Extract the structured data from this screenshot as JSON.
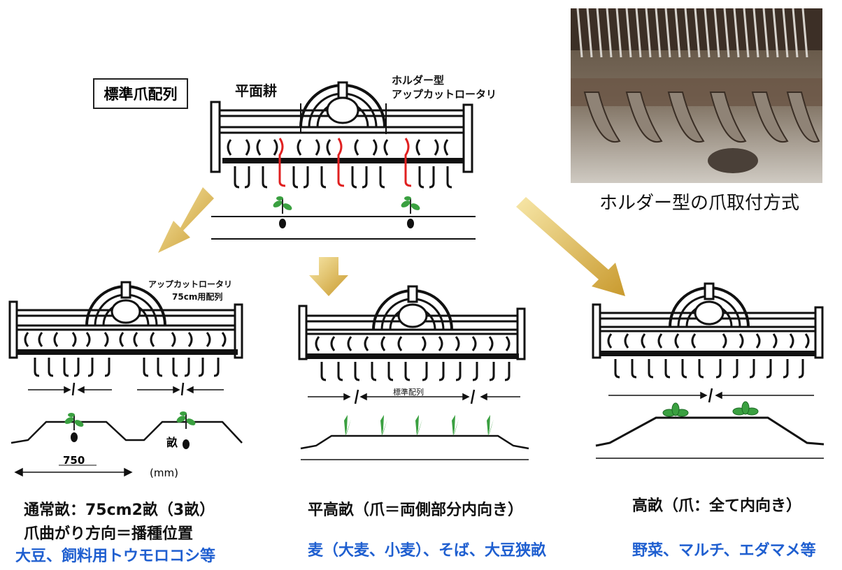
{
  "standard_label": "標準爪配列",
  "top_diagram": {
    "flat_tillage": "平面耕",
    "holder_line1": "ホルダー型",
    "holder_line2": "アップカットロータリ"
  },
  "photo_caption": "ホルダー型の爪取付方式",
  "left_diagram": {
    "label_line1": "アップカットロータリ",
    "label_line2": "75cm用配列",
    "ridge_label": "畝",
    "dimension": "750",
    "unit": "(mm)"
  },
  "middle_diagram": {
    "spacing_label": "標準配列"
  },
  "captions": {
    "left_line1": "通常畝：75cm2畝（3畝）",
    "left_line2": "爪曲がり方向＝播種位置",
    "left_crops": "大豆、飼料用トウモロコシ等",
    "middle_line1": "平高畝（爪＝両側部分内向き）",
    "middle_crops": "麦（大麦、小麦）、そば、大豆狭畝",
    "right_line1": "高畝（爪：全て内向き）",
    "right_crops": "野菜、マルチ、エダマメ等"
  },
  "colors": {
    "arrow_gold": "#d9b44a",
    "caption_blue": "#1f5fd0",
    "highlight_red": "#e02020",
    "leaf_green": "#3aa040"
  }
}
